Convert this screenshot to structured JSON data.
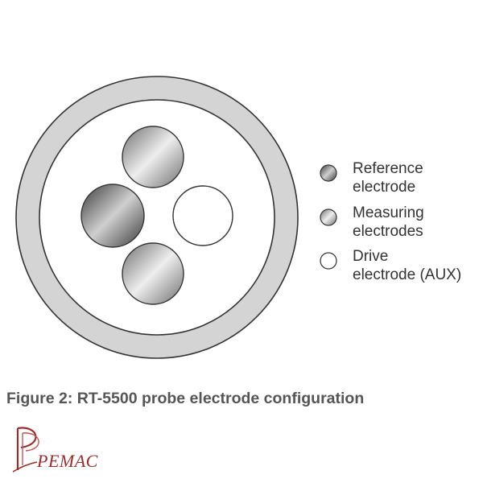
{
  "legend": {
    "reference": {
      "line1": "Reference",
      "line2": "electrode"
    },
    "measuring": {
      "line1": "Measuring",
      "line2": "electrodes"
    },
    "drive": {
      "line1": "Drive",
      "line2": "electrode (AUX)"
    }
  },
  "caption": "Figure 2: RT-5500 probe electrode configuration",
  "logo": {
    "text": "PEMAC"
  },
  "colors": {
    "outer_ring": "#d4d4d4",
    "outline": "#333333",
    "logo": "#9e2b2b",
    "caption": "#555555"
  },
  "icons": {
    "reference": "reference-electrode-icon",
    "measuring": "measuring-electrode-icon",
    "drive": "drive-electrode-icon"
  }
}
